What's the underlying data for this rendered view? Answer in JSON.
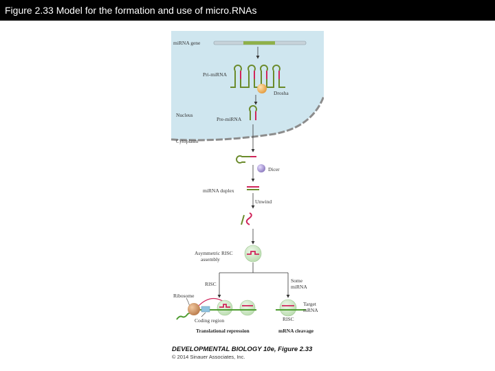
{
  "header": {
    "title": "Figure 2.33  Model for the formation and use of micro.RNAs"
  },
  "diagram": {
    "labels": {
      "mirna_gene": "miRNA gene",
      "pri_mirna": "Pri-miRNA",
      "drosha": "Drosha",
      "nucleus": "Nucleus",
      "pre_mirna": "Pre-miRNA",
      "cytoplasm": "Cytoplasm",
      "dicer": "Dicer",
      "mirna_duplex": "miRNA duplex",
      "unwind": "Unwind",
      "asym_risc_1": "Asymmetric RISC",
      "asym_risc_2": "assembly",
      "risc_left": "RISC",
      "some_mirna_1": "Some",
      "some_mirna_2": "miRNA",
      "ribosome": "Ribosome",
      "target_mrna_1": "Target",
      "target_mrna_2": "mRNA",
      "coding_region": "Coding region",
      "risc_bottom": "RISC",
      "translational_repression": "Translational repression",
      "mrna_cleavage": "mRNA cleavage"
    },
    "colors": {
      "nucleus_fill": "#cfe6ef",
      "nucleus_membrane": "#8c8c8c",
      "stem_green": "#6a8a2a",
      "mirna_red": "#d0245a",
      "drosha": "#e39a3c",
      "dicer": "#9b8ac4",
      "risc": "#cde6c6",
      "ribosome": "#c78a5a"
    }
  },
  "caption": {
    "line1": "DEVELOPMENTAL BIOLOGY 10e, Figure 2.33",
    "line2": "© 2014 Sinauer Associates, Inc."
  }
}
